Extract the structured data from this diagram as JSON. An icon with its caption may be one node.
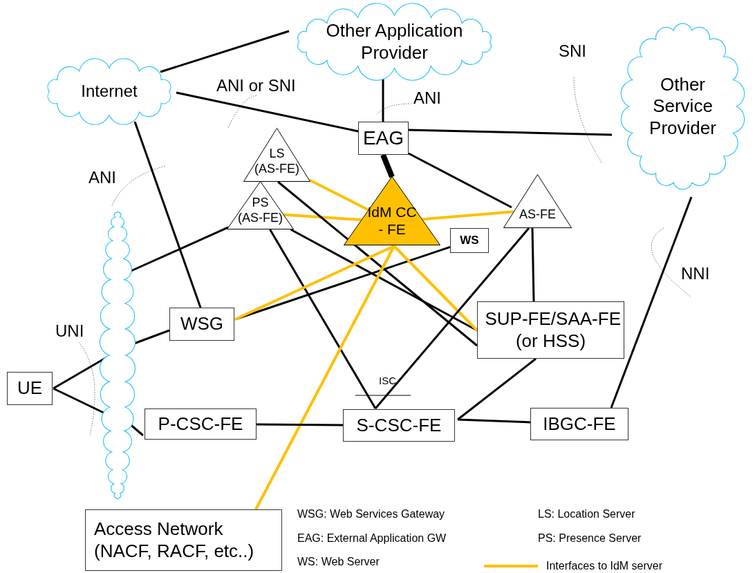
{
  "diagram": {
    "nodes": [
      {
        "text": [
          "Internet"
        ]
      },
      {
        "text": [
          "Other Application Provider"
        ]
      },
      {
        "text": [
          "Other Service Provider"
        ]
      },
      {
        "text": [
          "EAG"
        ]
      },
      {
        "text": [
          "LS (AS-FE)"
        ]
      },
      {
        "text": [
          "PS (AS-FE)"
        ]
      },
      {
        "text": [
          "IdM CC - FE"
        ]
      },
      {
        "text": [
          "AS-FE"
        ]
      },
      {
        "text": [
          "WS"
        ]
      },
      {
        "text": [
          "WSG"
        ]
      },
      {
        "text": [
          "SUP-FE/SAA-FE (or HSS)"
        ]
      },
      {
        "text": [
          "UE"
        ]
      },
      {
        "text": [
          "P-CSC-FE"
        ]
      },
      {
        "text": [
          "S-CSC-FE"
        ]
      },
      {
        "text": [
          "IBGC-FE"
        ]
      },
      {
        "text": [],
        "shape": "cloud"
      },
      {
        "text": [
          "Access Network (NACF, RACF, etc..)"
        ]
      }
    ],
    "edges": [
      {
        "from": 0,
        "to": 1,
        "arrow": "none"
      },
      {
        "from": 0,
        "to": 3,
        "arrow": "none"
      },
      {
        "from": 1,
        "to": 3,
        "arrow": "none"
      },
      {
        "from": 3,
        "to": 2,
        "arrow": "none"
      },
      {
        "from": 3,
        "to": 6,
        "arrow": "none",
        "style": "thick"
      },
      {
        "from": 3,
        "to": 7,
        "arrow": "none"
      },
      {
        "from": 4,
        "to": 6,
        "arrow": "none",
        "color": "#ffc000"
      },
      {
        "from": 5,
        "to": 6,
        "arrow": "none",
        "color": "#ffc000"
      },
      {
        "from": 6,
        "to": 7,
        "arrow": "none",
        "color": "#ffc000"
      },
      {
        "from": 5,
        "to": 15,
        "arrow": "none"
      },
      {
        "from": 4,
        "to": 10,
        "arrow": "none"
      },
      {
        "from": 5,
        "to": 10,
        "arrow": "none"
      },
      {
        "from": 5,
        "to": 13,
        "arrow": "none"
      },
      {
        "from": 0,
        "to": 9,
        "arrow": "none"
      },
      {
        "from": 8,
        "to": 9,
        "arrow": "none"
      },
      {
        "from": 6,
        "to": 9,
        "arrow": "none",
        "color": "#ffc000"
      },
      {
        "from": 6,
        "to": 10,
        "arrow": "none",
        "color": "#ffc000"
      },
      {
        "from": 6,
        "to": 16,
        "arrow": "none",
        "color": "#ffc000"
      },
      {
        "from": 7,
        "to": 10,
        "arrow": "none"
      },
      {
        "from": 7,
        "to": 13,
        "arrow": "none"
      },
      {
        "from": 10,
        "to": 13,
        "arrow": "none"
      },
      {
        "from": 11,
        "to": 15,
        "arrow": "none"
      },
      {
        "from": 11,
        "to": 15,
        "arrow": "none"
      },
      {
        "from": 12,
        "to": 13,
        "arrow": "none"
      },
      {
        "from": 13,
        "to": 14,
        "arrow": "none"
      },
      {
        "from": 14,
        "to": 2,
        "arrow": "none"
      },
      {
        "from": 15,
        "to": 9,
        "arrow": "none"
      },
      {
        "from": 15,
        "to": 12,
        "arrow": "none"
      }
    ],
    "labels": [
      "SNI",
      "ANI or SNI",
      "ANI",
      "ANI",
      "NNI",
      "UNI",
      "ISC",
      "WSG: Web Services Gateway",
      "LS: Location Server",
      "EAG: External Application GW",
      "PS: Presence Server",
      "WS: Web Server"
    ],
    "legend": [
      {
        "text": "Interfaces to IdM server"
      }
    ]
  }
}
